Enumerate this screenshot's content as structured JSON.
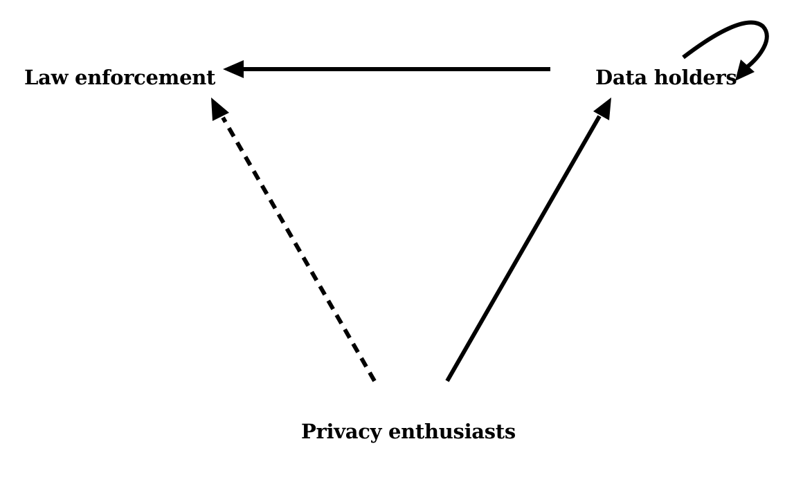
{
  "nodes": {
    "law_enforcement": "Law enforcement",
    "data_holders": "Data holders",
    "privacy_enthusiasts": "Privacy enthusiasts"
  },
  "edges": [
    {
      "from": "Data holders",
      "to": "Law enforcement",
      "style": "solid"
    },
    {
      "from": "Data holders",
      "to": "Data holders",
      "style": "solid"
    },
    {
      "from": "Privacy enthusiasts",
      "to": "Law enforcement",
      "style": "dashed"
    },
    {
      "from": "Privacy enthusiasts",
      "to": "Data holders",
      "style": "solid"
    }
  ],
  "colors": {
    "ink": "#000000",
    "background": "#ffffff"
  }
}
